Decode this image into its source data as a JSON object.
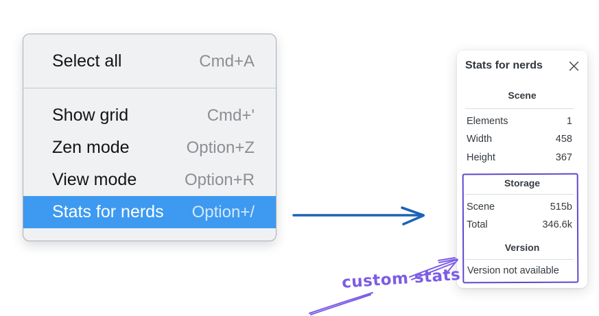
{
  "context_menu": {
    "groups": [
      {
        "items": [
          {
            "label": "Select all",
            "shortcut": "Cmd+A",
            "highlighted": false
          }
        ]
      },
      {
        "items": [
          {
            "label": "Show grid",
            "shortcut": "Cmd+'",
            "highlighted": false
          },
          {
            "label": "Zen mode",
            "shortcut": "Option+Z",
            "highlighted": false
          },
          {
            "label": "View mode",
            "shortcut": "Option+R",
            "highlighted": false
          },
          {
            "label": "Stats for nerds",
            "shortcut": "Option+/",
            "highlighted": true
          }
        ]
      }
    ]
  },
  "stats_panel": {
    "title": "Stats for nerds",
    "close_glyph": "✕",
    "scene_section": {
      "heading": "Scene",
      "rows": [
        {
          "label": "Elements",
          "value": "1"
        },
        {
          "label": "Width",
          "value": "458"
        },
        {
          "label": "Height",
          "value": "367"
        }
      ]
    },
    "storage_section": {
      "heading": "Storage",
      "rows": [
        {
          "label": "Scene",
          "value": "515b"
        },
        {
          "label": "Total",
          "value": "346.6k"
        }
      ]
    },
    "version_section": {
      "heading": "Version",
      "note": "Version not available"
    }
  },
  "annotation": {
    "label": "custom stats"
  },
  "colors": {
    "highlight": "#3d9af0",
    "flow_arrow": "#1b64b4",
    "violet_box": "#6246cc",
    "violet_ink": "#7c5ce6"
  }
}
